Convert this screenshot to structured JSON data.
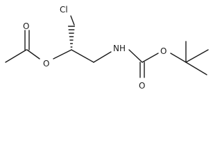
{
  "molecule": {
    "atoms": {
      "chlorine": "Cl",
      "ester_carbonyl_oxygen": "O",
      "ester_oxygen": "O",
      "amine_nitrogen": "NH",
      "carbamate_carbonyl_oxygen": "O",
      "carbamate_oxygen": "O"
    },
    "stereo_bond": "hashed-wedge"
  }
}
